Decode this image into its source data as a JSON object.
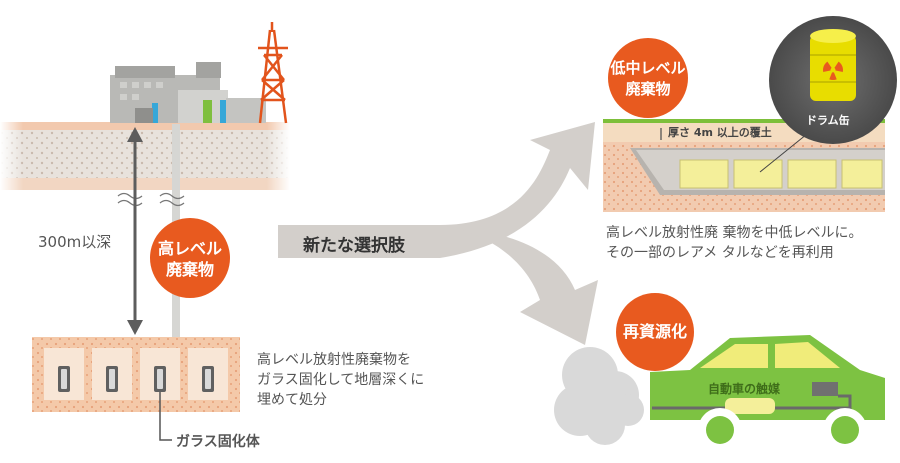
{
  "left": {
    "depth_label": "300m以深",
    "badge": {
      "line1": "高レベル",
      "line2": "廃棄物"
    },
    "description": [
      "高レベル放射性廃棄物を",
      "ガラス固化して地層深くに",
      "埋めて処分"
    ],
    "glass_label": "ガラス固化体"
  },
  "middle": {
    "arrow_label": "新たな選択肢"
  },
  "top_right": {
    "badge": {
      "line1": "低中レベル",
      "line2": "廃棄物"
    },
    "cover_label": "厚さ 4m 以上の覆土",
    "drum_label": "ドラム缶",
    "description": [
      "高レベル放射性廃 棄物を中低レベルに。",
      "その一部のレアメ タルなどを再利用"
    ]
  },
  "bottom_right": {
    "badge": "再資源化",
    "catalyst_label": "自動車の触媒"
  },
  "colors": {
    "badge_orange": "#e85a1f",
    "soil_light": "#f3d3bc",
    "soil_dot": "#e9a77a",
    "car_green": "#7dc242",
    "arrow_gray": "#cfcac6"
  }
}
